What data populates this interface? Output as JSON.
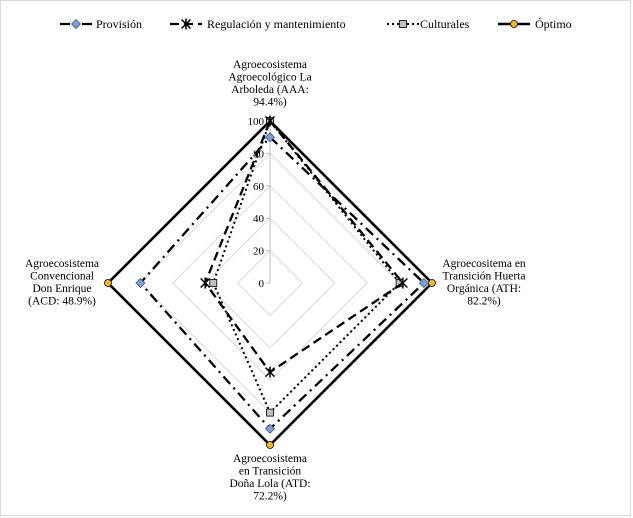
{
  "chart_data": {
    "type": "radar",
    "axes": [
      {
        "label_lines": [
          "Agroecosistema",
          "Agroecológico La",
          "Arboleda (AAA:",
          "94.4%)"
        ]
      },
      {
        "label_lines": [
          "Agroecositema en",
          "Transición Huerta",
          "Orgánica (ATH:",
          "82.2%)"
        ]
      },
      {
        "label_lines": [
          "Agroecosistema",
          "en Transición",
          "Doña Lola (ATD:",
          "72.2%)"
        ]
      },
      {
        "label_lines": [
          "Agroecosistema",
          "Convencional",
          "Don Enrique",
          "(ACD: 48.9%)"
        ]
      }
    ],
    "rlim": [
      0,
      100
    ],
    "ticks": [
      "0",
      "20",
      "40",
      "60",
      "80",
      "100"
    ],
    "tick_values": [
      0,
      20,
      40,
      60,
      80,
      100
    ],
    "legend_position": "top",
    "series": [
      {
        "name": "Provisión",
        "values": [
          90,
          95,
          90,
          80
        ],
        "color": "#000000",
        "marker": "diamond",
        "marker_color": "#7f9fce",
        "dash": "dash-dot"
      },
      {
        "name": "Regulación y mantenimiento",
        "values": [
          100,
          82,
          55,
          40
        ],
        "color": "#000000",
        "marker": "asterisk",
        "marker_color": "#000000",
        "dash": "dash"
      },
      {
        "name": "Culturales",
        "values": [
          100,
          80,
          80,
          35
        ],
        "color": "#000000",
        "marker": "square",
        "marker_color": "#bfbfbf",
        "dash": "dot"
      },
      {
        "name": "Óptimo",
        "values": [
          100,
          100,
          100,
          100
        ],
        "color": "#000000",
        "marker": "circle",
        "marker_color": "#f5b731",
        "dash": "solid"
      }
    ]
  }
}
